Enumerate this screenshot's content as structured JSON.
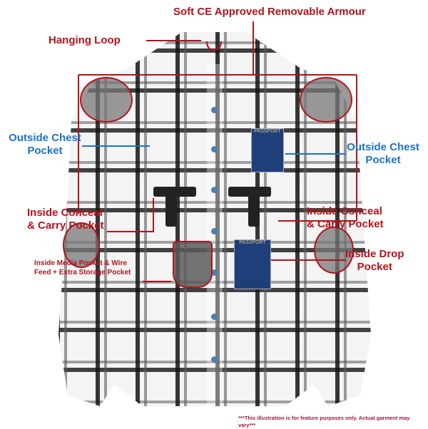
{
  "labels": {
    "armour": "Soft CE Approved Removable Armour",
    "hanging_loop": "Hanging Loop",
    "outside_chest_left": [
      "Outside Chest",
      "Pocket"
    ],
    "outside_chest_right": [
      "Outside Chest",
      "Pocket"
    ],
    "conceal_left": [
      "Inside Conceal",
      "& Carry Pocket"
    ],
    "conceal_right": [
      "Inside Conceal",
      "& Carry Pocket"
    ],
    "drop_pocket": [
      "Inside Drop",
      "Pocket"
    ],
    "media_pocket": [
      "Inside Media Pocket & Wire",
      "Feed + Extra Storage Pocket"
    ],
    "disclaimer": "***This illustration is for feature purposes only.  Actual garment may vary***"
  },
  "passport_text": "PASSPORT",
  "colors": {
    "red": "#b5121b",
    "blue": "#1a73c8"
  }
}
